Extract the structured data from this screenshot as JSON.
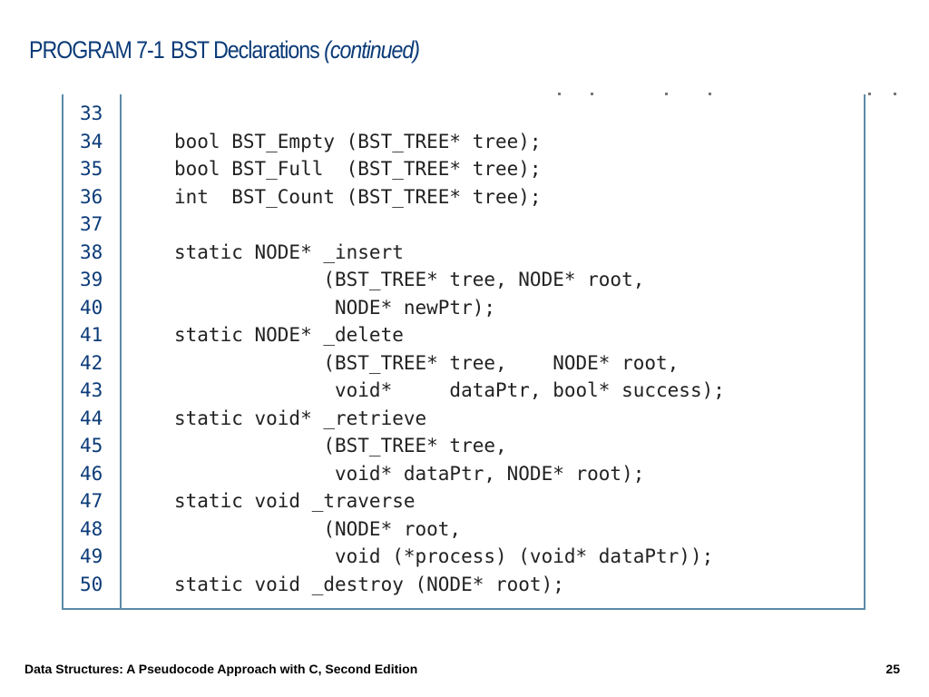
{
  "heading": {
    "program": "PROGRAM 7-1",
    "title": "BST Declarations",
    "qualifier": "(continued)"
  },
  "code": {
    "lines": [
      {
        "num": "33",
        "text": ""
      },
      {
        "num": "34",
        "text": "bool BST_Empty (BST_TREE* tree);"
      },
      {
        "num": "35",
        "text": "bool BST_Full  (BST_TREE* tree);"
      },
      {
        "num": "36",
        "text": "int  BST_Count (BST_TREE* tree);"
      },
      {
        "num": "37",
        "text": ""
      },
      {
        "num": "38",
        "text": "static NODE* _insert"
      },
      {
        "num": "39",
        "text": "             (BST_TREE* tree, NODE* root,"
      },
      {
        "num": "40",
        "text": "              NODE* newPtr);"
      },
      {
        "num": "41",
        "text": "static NODE* _delete"
      },
      {
        "num": "42",
        "text": "             (BST_TREE* tree,    NODE* root,"
      },
      {
        "num": "43",
        "text": "              void*     dataPtr, bool* success);"
      },
      {
        "num": "44",
        "text": "static void* _retrieve"
      },
      {
        "num": "45",
        "text": "             (BST_TREE* tree,"
      },
      {
        "num": "46",
        "text": "              void* dataPtr, NODE* root);"
      },
      {
        "num": "47",
        "text": "static void _traverse"
      },
      {
        "num": "48",
        "text": "             (NODE* root,"
      },
      {
        "num": "49",
        "text": "              void (*process) (void* dataPtr));"
      },
      {
        "num": "50",
        "text": "static void _destroy (NODE* root);"
      }
    ]
  },
  "footer": {
    "book": "Data Structures: A Pseudocode Approach with C, Second Edition",
    "page": "25"
  },
  "colors": {
    "heading": "#0b3b78",
    "frame": "#5b8aa8",
    "code_text": "#222222"
  }
}
